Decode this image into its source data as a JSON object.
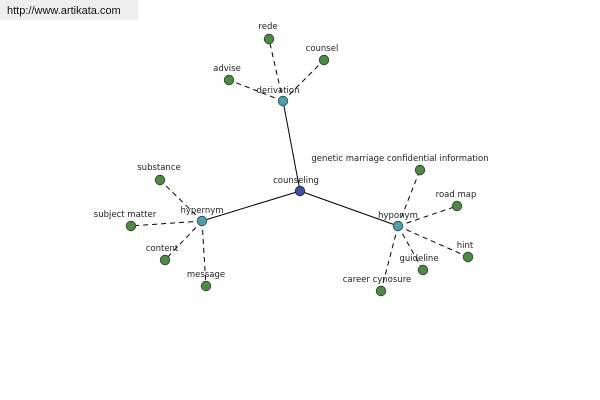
{
  "banner": {
    "url": "http://www.artikata.com"
  },
  "colors": {
    "leaf": "#4e8a44",
    "hub": "#4f9ea6",
    "root": "#3f4f9a",
    "edge": "#000000"
  },
  "graph": {
    "root": "counseling",
    "groups": [
      {
        "hub": "derivation",
        "relation": "derivation",
        "children": [
          "rede",
          "counsel",
          "advise"
        ]
      },
      {
        "hub": "hypernym",
        "relation": "hypernym",
        "children": [
          "substance",
          "subject matter",
          "content",
          "message"
        ]
      },
      {
        "hub": "hyponym",
        "relation": "hyponym",
        "children": [
          "genetic marriage confidential information",
          "road map",
          "hint",
          "guideline",
          "career cynosure"
        ]
      }
    ]
  }
}
